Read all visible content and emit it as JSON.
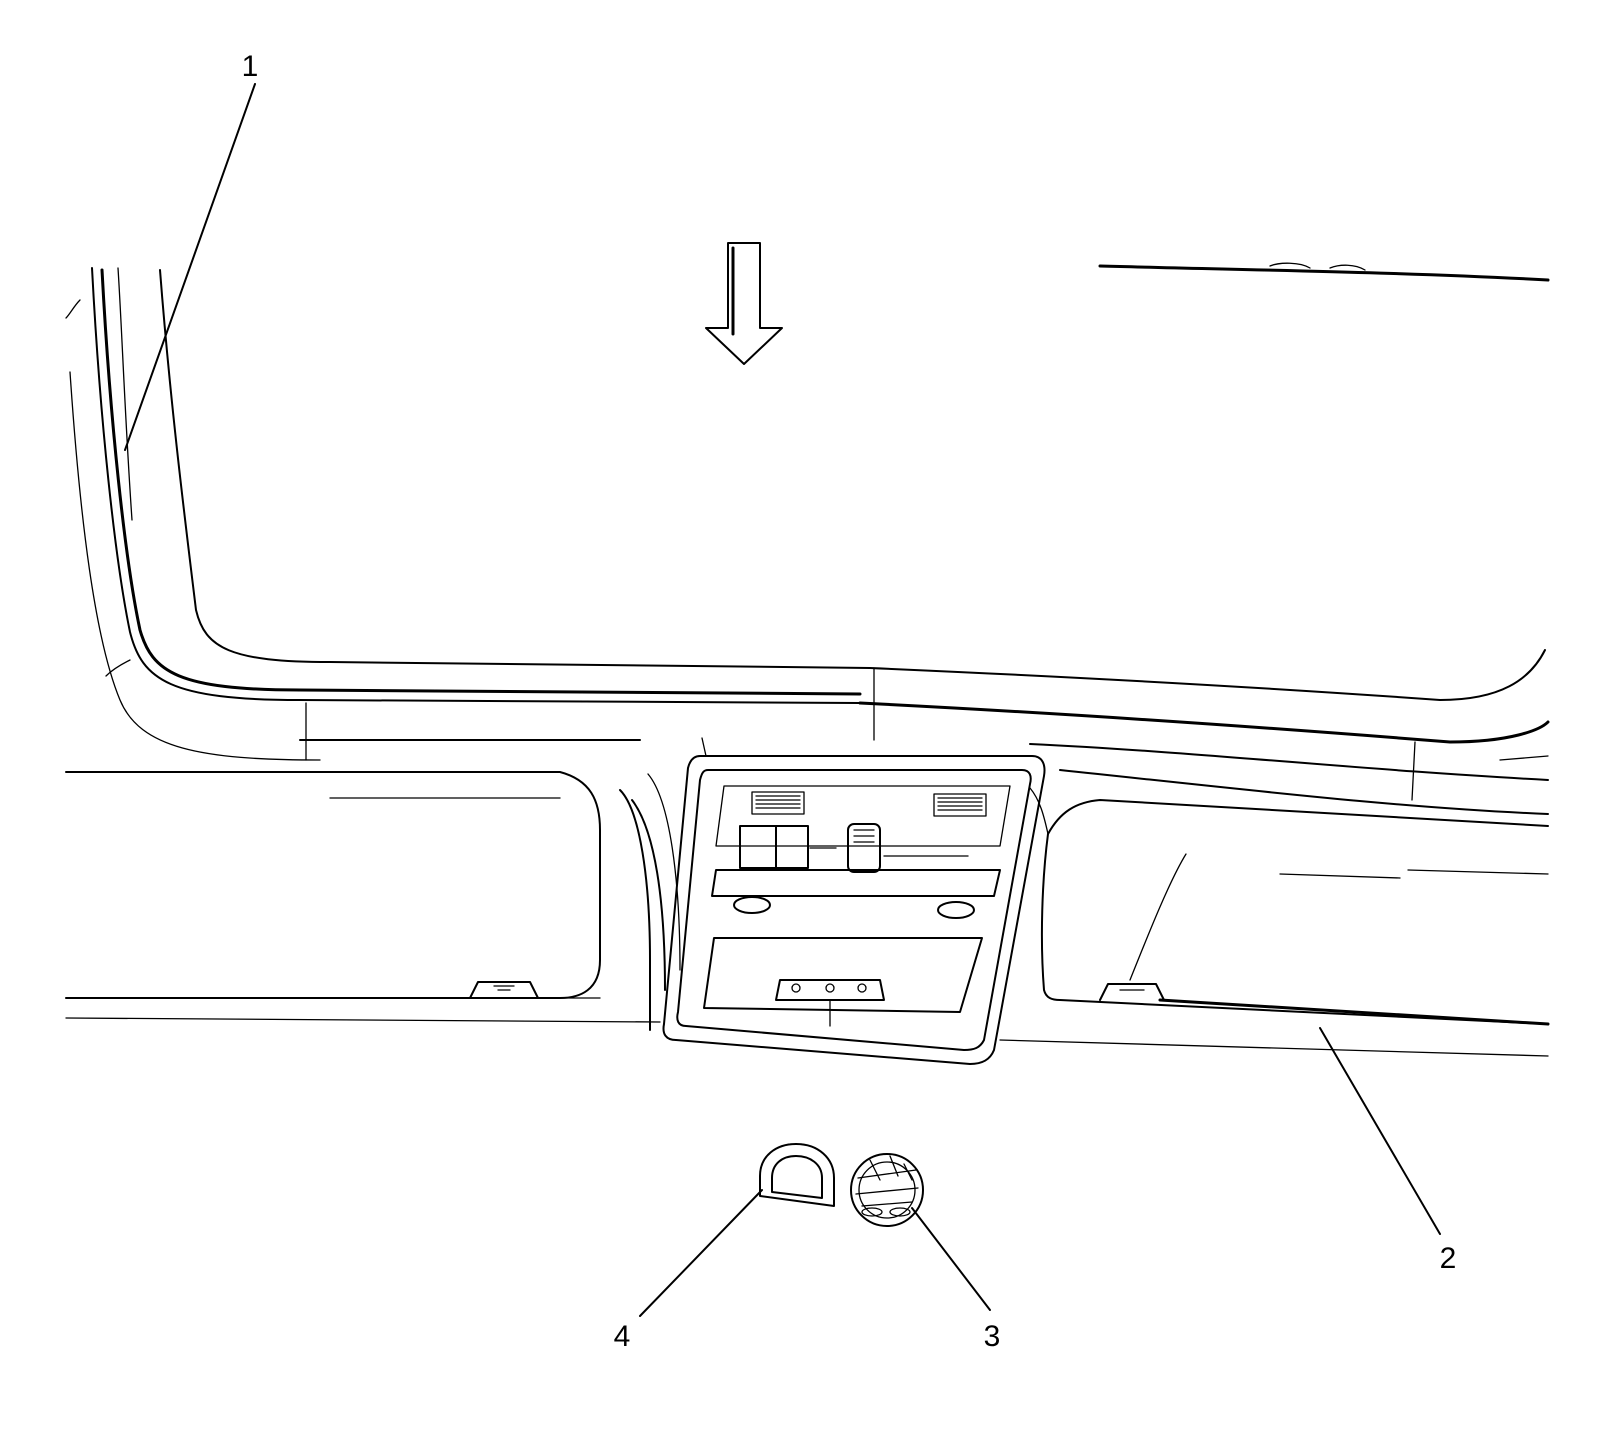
{
  "callouts": [
    {
      "id": "1",
      "label": "1"
    },
    {
      "id": "2",
      "label": "2"
    },
    {
      "id": "3",
      "label": "3"
    },
    {
      "id": "4",
      "label": "4"
    }
  ],
  "direction_arrow": {
    "icon": "down-arrow-icon"
  },
  "colors": {
    "line": "#000000",
    "background": "#ffffff"
  }
}
